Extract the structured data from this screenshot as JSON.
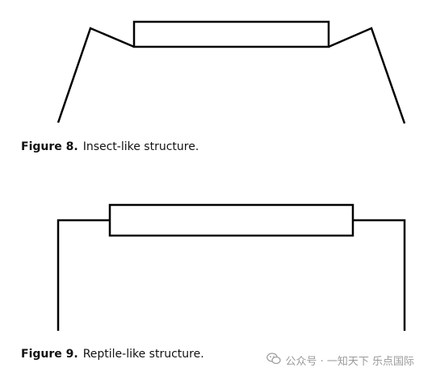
{
  "figure8": {
    "label": "Figure 8.",
    "caption": "Insect-like structure."
  },
  "figure9": {
    "label": "Figure 9.",
    "caption": "Reptile-like structure."
  },
  "watermark": {
    "text": "公众号 · 一知天下 乐点国际",
    "icon": "wechat-icon"
  }
}
